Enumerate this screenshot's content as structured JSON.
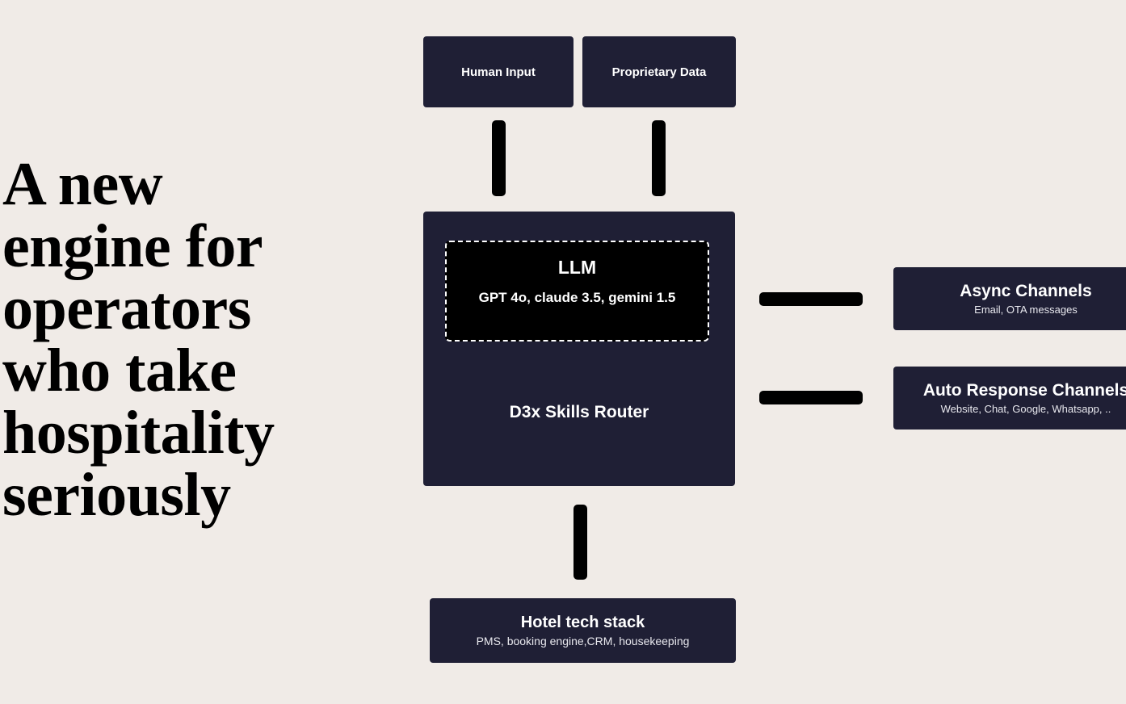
{
  "headline": [
    "A new",
    "engine for",
    "operators",
    "who take",
    "hospitality",
    "seriously"
  ],
  "inputs": {
    "human": "Human Input",
    "proprietary": "Proprietary Data"
  },
  "router": {
    "llm_title": "LLM",
    "llm_models": "GPT 4o, claude 3.5, gemini 1.5",
    "title": "D3x Skills Router"
  },
  "channels": [
    {
      "title": "Async Channels",
      "subtitle": "Email, OTA messages"
    },
    {
      "title": "Auto Response Channels",
      "subtitle": "Website, Chat, Google, Whatsapp, .."
    }
  ],
  "stack": {
    "title": "Hotel tech stack",
    "subtitle": "PMS, booking engine,CRM, housekeeping"
  },
  "colors": {
    "background": "#f0ebe7",
    "box": "#1f1f35",
    "llm": "#000000"
  }
}
